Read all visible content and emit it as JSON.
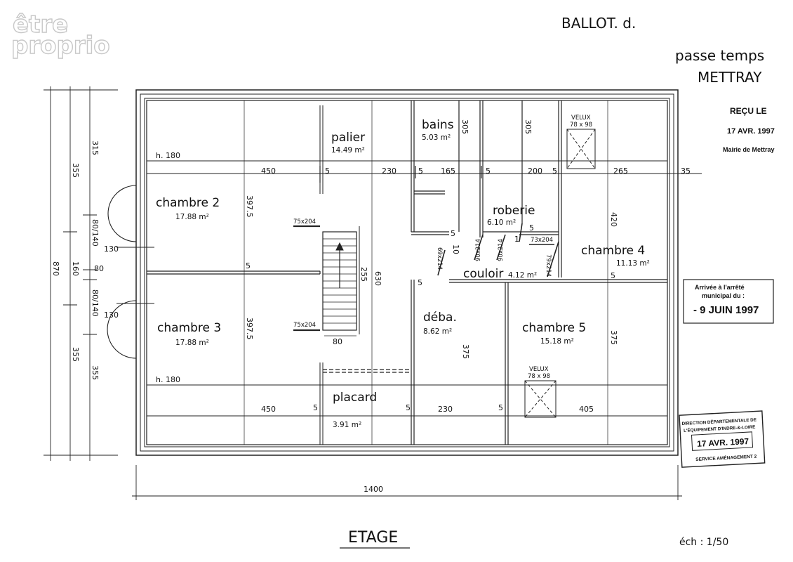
{
  "logo": {
    "line1": "être",
    "line2": "proprio"
  },
  "header": {
    "owner": "BALLOT. d.",
    "project": "passe temps",
    "town": "METTRAY"
  },
  "stamp_recu": {
    "title": "REÇU LE",
    "date": "17 AVR. 1997",
    "place": "Mairie de Mettray"
  },
  "stamp_arrete": {
    "line1": "Arrivée à l'arrêté",
    "line2": "municipal du :",
    "date": "- 9 JUIN 1997"
  },
  "stamp_dde": {
    "line1": "DIRECTION DÉPARTEMENTALE DE",
    "line2": "L'ÉQUIPEMENT D'INDRE-&-LOIRE",
    "date": "17 AVR. 1997",
    "service": "SERVICE AMÉNAGEMENT 2"
  },
  "rooms": {
    "palier": {
      "name": "palier",
      "area": "14.49 m²"
    },
    "bains": {
      "name": "bains",
      "area": "5.03 m²"
    },
    "chambre2": {
      "name": "chambre 2",
      "area": "17.88 m²"
    },
    "chambre3": {
      "name": "chambre 3",
      "area": "17.88 m²"
    },
    "roberie": {
      "name": "roberie",
      "area": "6.10 m²"
    },
    "chambre4": {
      "name": "chambre 4",
      "area": "11.13 m²"
    },
    "couloir": {
      "name": "couloir",
      "area": "4.12 m²"
    },
    "deba": {
      "name": "déba.",
      "area": "8.62 m²"
    },
    "chambre5": {
      "name": "chambre 5",
      "area": "15.18 m²"
    },
    "placard": {
      "name": "placard",
      "area": "3.91 m²"
    }
  },
  "velux": {
    "label": "VELUX",
    "size": "78 x 98"
  },
  "dims": {
    "h180": "h. 180",
    "top_row": [
      "450",
      "5",
      "230",
      "5",
      "165",
      "5",
      "200",
      "5",
      "265",
      "35"
    ],
    "bottom_row": [
      "450",
      "5",
      "5",
      "230",
      "5",
      "405"
    ],
    "total_width": "1400",
    "stair_width": "80",
    "stair_len": "255",
    "d305a": "305",
    "d305b": "305",
    "d3975a": "397.5",
    "d3975b": "397.5",
    "d5a": "5",
    "d5b": "5",
    "d5c": "5",
    "d630": "630",
    "d420": "420",
    "d375a": "375",
    "d375b": "375",
    "d10": "10",
    "d5d": "5",
    "d5e": "5",
    "d1": "1",
    "left_stack": [
      "315",
      "355",
      "80/140",
      "160",
      "80/140",
      "355",
      "355"
    ],
    "left_130a": "130",
    "left_130b": "130",
    "left_80": "80",
    "total_height": "870"
  },
  "doors": {
    "d75a": "75x204",
    "d75b": "75x204",
    "d73": "73x204",
    "d79": "79x214",
    "d90a": "90x214",
    "d90b": "90x214",
    "d69": "69x214"
  },
  "footer": {
    "title": "ETAGE",
    "scale": "éch : 1/50"
  }
}
